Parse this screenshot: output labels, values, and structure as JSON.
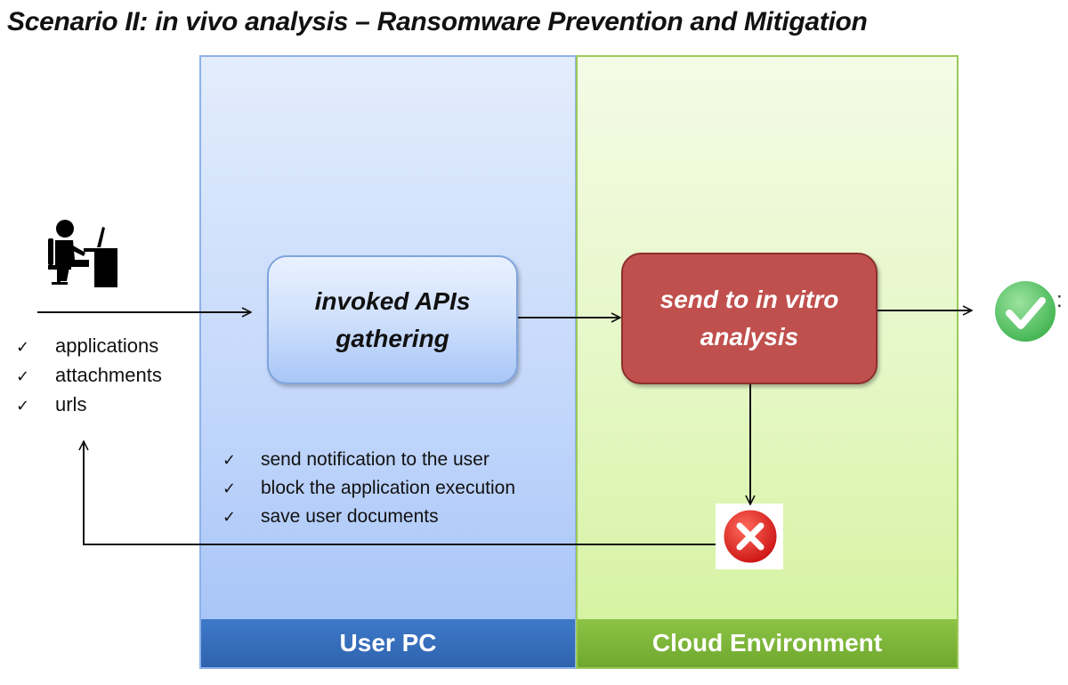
{
  "title": "Scenario II: in vivo analysis – Ransomware Prevention and Mitigation",
  "lanes": {
    "user_pc": "User PC",
    "cloud": "Cloud Environment"
  },
  "boxes": {
    "api_gathering": "invoked APIs gathering",
    "in_vitro": "send to in vitro analysis"
  },
  "inputs": [
    "applications",
    "attachments",
    "urls"
  ],
  "actions": [
    "send notification to the user",
    "block the application execution",
    "save user documents"
  ],
  "check_mark": "✓",
  "result_colon": ":",
  "icons": {
    "user": "user-at-desk-icon",
    "success": "green-checkmark-icon",
    "failure": "red-x-icon"
  },
  "colors": {
    "user_lane": "#c4d8fb",
    "user_footer": "#2f64ae",
    "cloud_lane": "#e4f7c3",
    "cloud_footer": "#6fa82e",
    "vitro_box": "#c0504d",
    "success": "#57c76a",
    "failure": "#e02020"
  }
}
